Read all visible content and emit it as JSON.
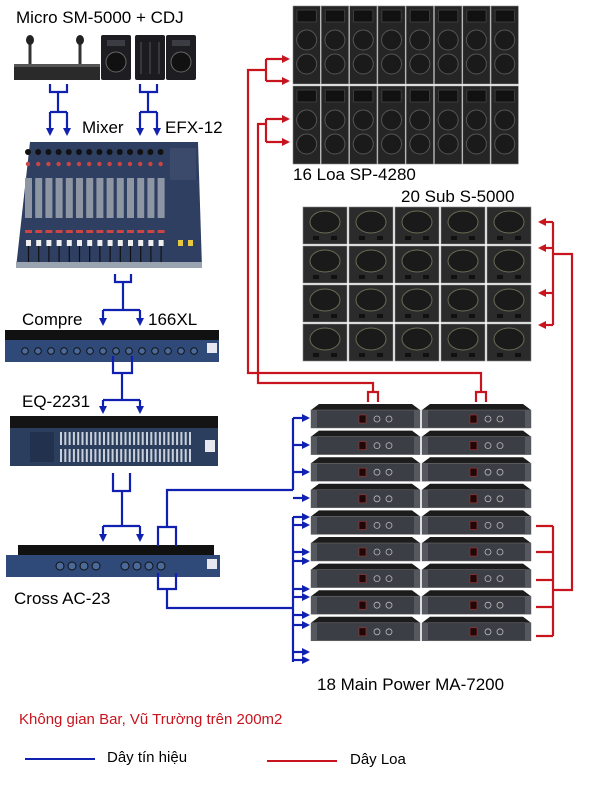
{
  "title": "Không gian Bar, Vũ Trường trên 200m2",
  "colors": {
    "signal": "#1020b0",
    "speaker": "#c8141e",
    "title": "#c8141e",
    "device_dark": "#2b2f36",
    "device_panel": "#3a4f73",
    "cabinet": "#2a2a2a"
  },
  "devices": {
    "micro_cdj": {
      "label": "Micro SM-5000 + CDJ",
      "name": "Micro SM-5000 + CDJ"
    },
    "mixer": {
      "label_left": "Mixer",
      "label_right": "EFX-12"
    },
    "compressor": {
      "label_left": "Compre",
      "label_right": "166XL"
    },
    "eq": {
      "label": "EQ-2231"
    },
    "crossover": {
      "label": "Cross AC-23"
    },
    "main_speakers": {
      "label": "16 Loa SP-4280",
      "count": 16,
      "rows": 2,
      "cols": 8
    },
    "subwoofers": {
      "label": "20 Sub S-5000",
      "count": 20,
      "rows": 4,
      "cols": 5
    },
    "power_amps": {
      "label": "18 Main Power MA-7200",
      "count": 18,
      "rows": 9,
      "cols": 2
    }
  },
  "legend": {
    "signal_label": "Dây tín hiệu",
    "speaker_label": "Dây Loa"
  }
}
